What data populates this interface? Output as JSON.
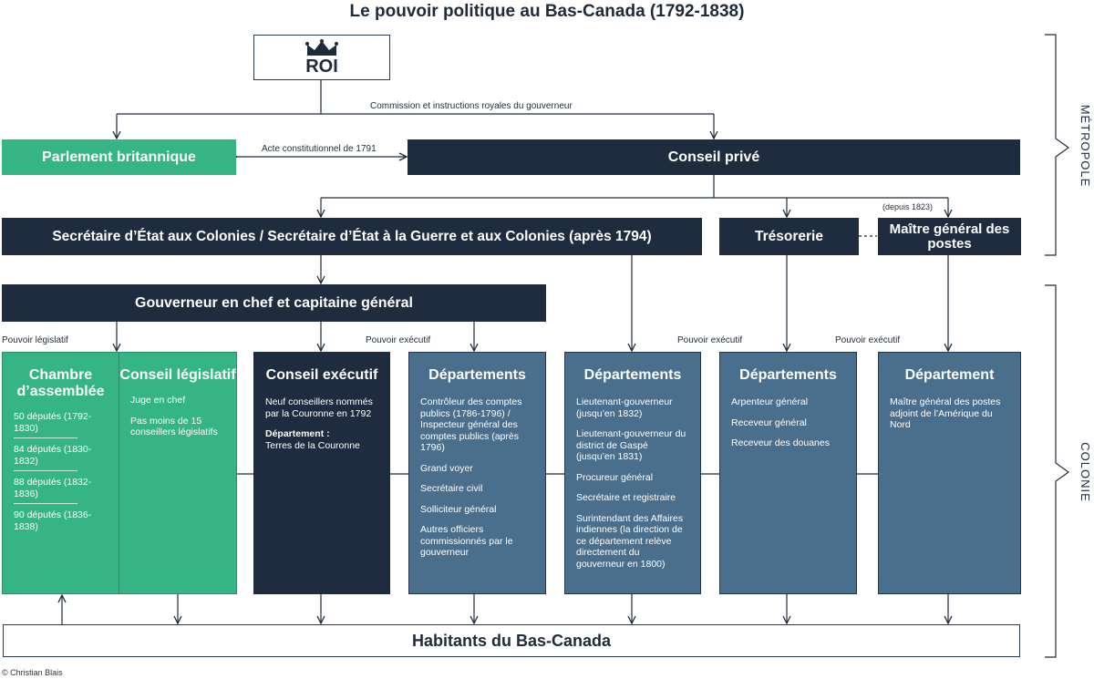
{
  "title": "Le pouvoir politique au Bas-Canada (1792-1838)",
  "roi": {
    "label": "ROI",
    "icon": "crown-icon"
  },
  "labels": {
    "commission": "Commission et instructions royales du gouverneur",
    "acte": "Acte constitutionnel de 1791",
    "depuis": "(depuis 1823)",
    "pouvoir_legislatif": "Pouvoir législatif",
    "pouvoir_executif": "Pouvoir exécutif"
  },
  "boxes": {
    "parlement": "Parlement britannique",
    "conseil_prive": "Conseil privé",
    "secretaire": "Secrétaire d’État aux Colonies / Secrétaire d’État à la Guerre et aux Colonies (après 1794)",
    "tresorerie": "Trésorerie",
    "maitre_general": "Maître général des postes",
    "gouverneur": "Gouverneur en chef et capitaine général",
    "habitants": "Habitants du Bas-Canada"
  },
  "columns": {
    "chambre": {
      "title": "Chambre d’assemblée",
      "items": [
        "50 députés (1792-1830)",
        "84 députés (1830-1832)",
        "88 députés (1832-1836)",
        "90 députés (1836-1838)"
      ]
    },
    "conseil_legislatif": {
      "title": "Conseil législatif",
      "items": [
        "Juge en chef",
        "Pas moins de 15 conseillers législatifs"
      ]
    },
    "conseil_executif": {
      "title": "Conseil exécutif",
      "items": [
        "Neuf conseillers nommés par la Couronne en 1792"
      ],
      "dept_label": "Département :",
      "dept_value": "Terres de la Couronne"
    },
    "dept1": {
      "title": "Départements",
      "items": [
        "Contrôleur des comptes publics (1786-1796) / Inspecteur général des comptes publics (après 1796)",
        "Grand voyer",
        "Secrétaire civil",
        "Solliciteur général",
        "Autres officiers commissionnés par le gouverneur"
      ]
    },
    "dept2": {
      "title": "Départements",
      "items": [
        "Lieutenant-gouverneur (jusqu’en 1832)",
        "Lieutenant-gouverneur du district de Gaspé (jusqu’en 1831)",
        "Procureur général",
        "Secrétaire et registraire",
        "Surintendant des Affaires indiennes (la direction de ce département relève directement du gouverneur en 1800)"
      ]
    },
    "dept3": {
      "title": "Départements",
      "items": [
        "Arpenteur général",
        "Receveur général",
        "Receveur des douanes"
      ]
    },
    "dept4": {
      "title": "Département",
      "items": [
        "Maître général des postes adjoint de l’Amérique du Nord"
      ]
    }
  },
  "side": {
    "metropole": "MÉTROPOLE",
    "colonie": "COLONIE"
  },
  "credit": "© Christian Blais",
  "colors": {
    "dark": "#1f2c3f",
    "green": "#35b584",
    "steel": "#4a6f8c"
  }
}
